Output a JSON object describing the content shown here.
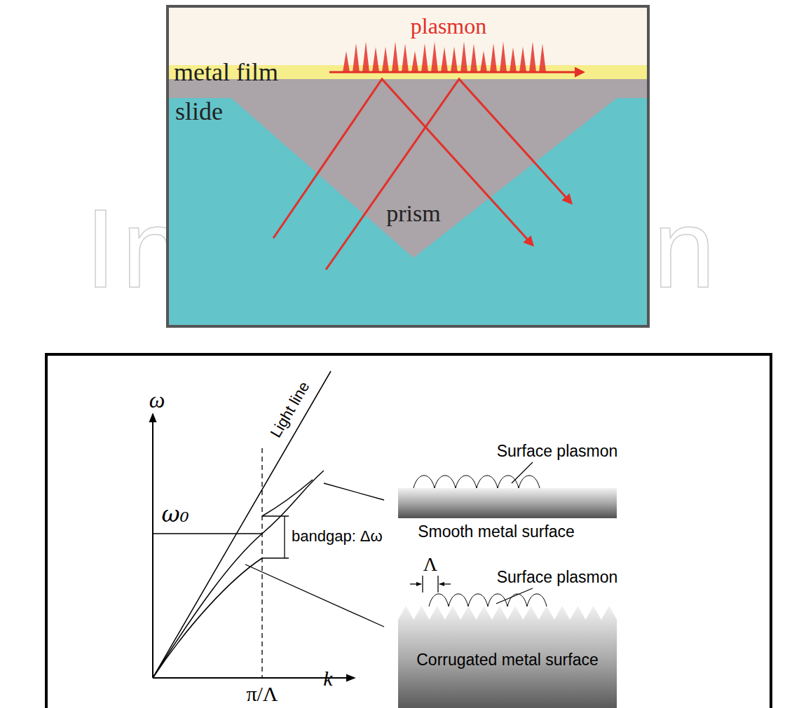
{
  "diagram": {
    "labels": [
      "plasmon",
      "metal film",
      "slide",
      "prism",
      "IntechOpen",
      "ω",
      "Light line",
      "ω₀",
      "bandgap: Δω",
      "Surface plasmon",
      "Smooth metal surface",
      "Λ",
      "Surface plasmon",
      "Corrugated metal surface",
      "π/Λ",
      "k"
    ]
  }
}
